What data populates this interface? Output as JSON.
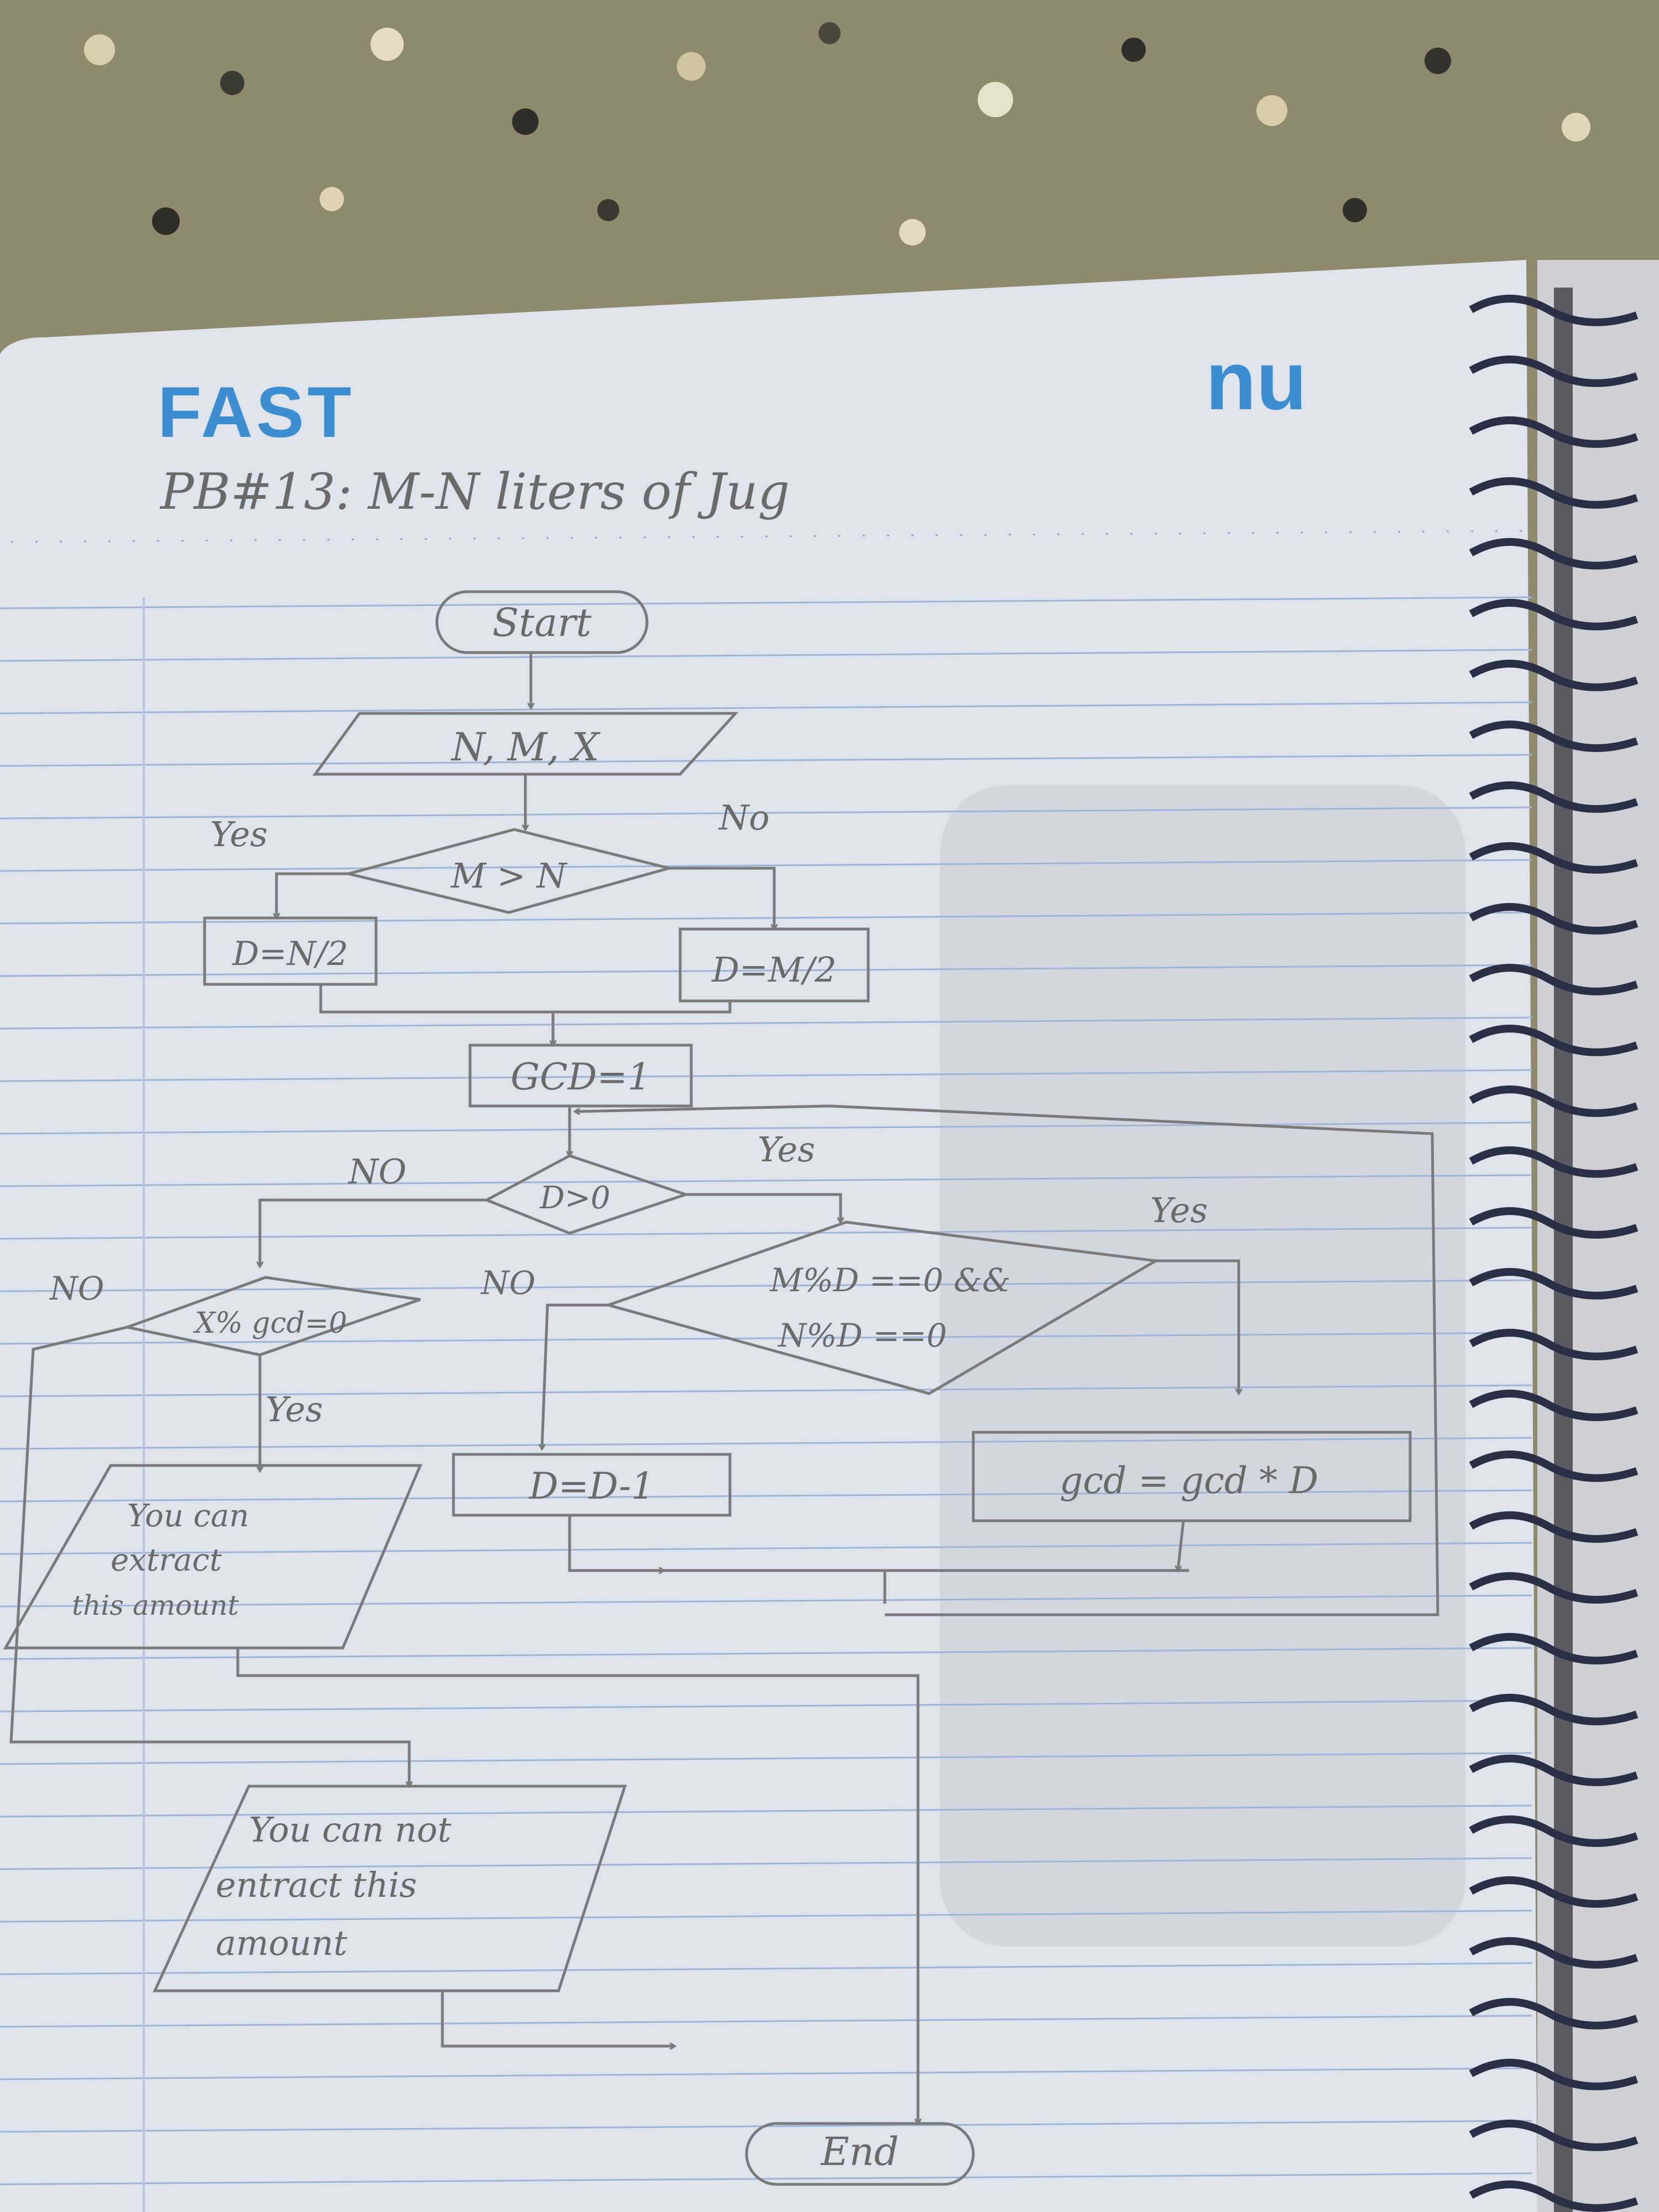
{
  "page": {
    "brand_left": "FAST",
    "brand_right": "nu",
    "heading": "PB#13: M-N liters of Jug"
  },
  "flowchart": {
    "start": "Start",
    "input": "N, M, X",
    "cond1": "M > N",
    "cond1_yes": "Yes",
    "cond1_no": "No",
    "assign_yes": "D=N/2",
    "assign_no": "D=M/2",
    "init_gcd": "GCD=1",
    "cond2": "D>0",
    "cond2_yes": "Yes",
    "cond2_no": "NO",
    "cond3_line1": "M%D ==0 &&",
    "cond3_line2": "N%D ==0",
    "cond3_yes": "Yes",
    "cond3_no": "NO",
    "update_gcd": "gcd = gcd * D",
    "decrement": "D=D-1",
    "cond4": "X% gcd=0",
    "cond4_yes": "Yes",
    "cond4_no": "NO",
    "output_yes_line1": "You can",
    "output_yes_line2": "extract",
    "output_yes_line3": "this amount",
    "output_no_line1": "You can not",
    "output_no_line2": "entract this",
    "output_no_line3": "amount",
    "end": "End"
  },
  "colors": {
    "paper": "#dfe3ec",
    "rule_line": "#9fb4d8",
    "margin_line": "#b8c6e0",
    "pencil": "#7a7a7a",
    "logo": "#3d8ed0",
    "floor": "#8f8a6e",
    "spiral": "#2a2f45"
  }
}
